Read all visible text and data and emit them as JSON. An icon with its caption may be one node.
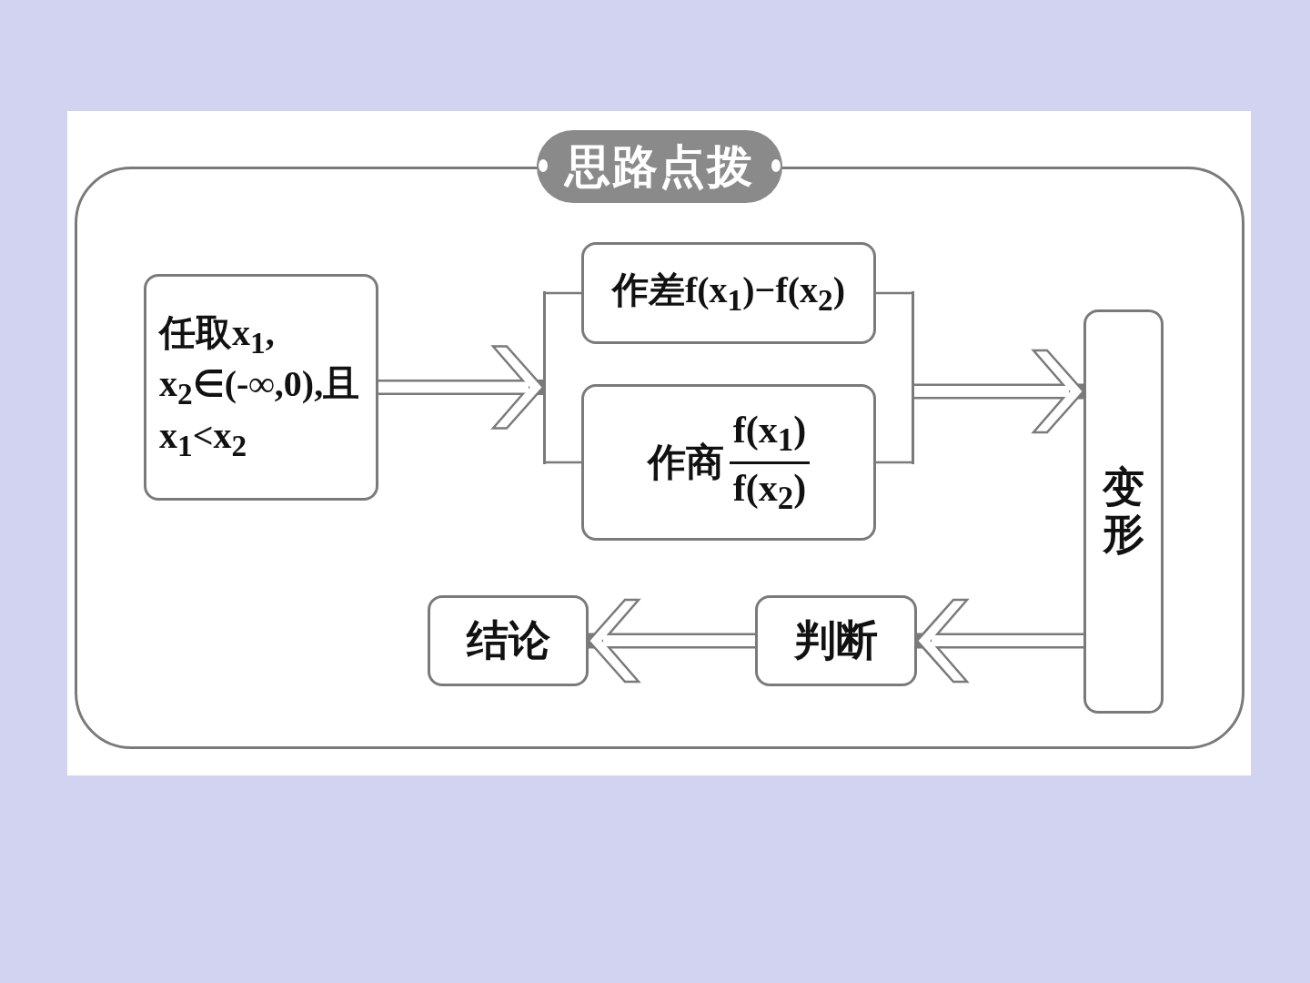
{
  "diagram": {
    "nodes": [
      {
        "text": [
          "思路点拨"
        ]
      },
      {
        "text": [
          "任取x$_{1}$, x$_{2}$∈(-∞,0),且x$_{1}$<x$_{2}$"
        ],
        "in": 0
      },
      {
        "text": [
          "作差f(x$_{1}$)−f(x$_{2}$)"
        ],
        "in": 0
      },
      {
        "text": [
          "作商",
          "f(x$_{1}$)",
          "f(x$_{2}$)"
        ],
        "in": 0
      },
      {
        "text": [
          "变形"
        ],
        "in": 0
      },
      {
        "text": [
          "判断"
        ],
        "in": 0
      },
      {
        "text": [
          "结论"
        ],
        "in": 0
      },
      {
        "text": [],
        "shape": "bar",
        "in": 0
      },
      {
        "text": [],
        "shape": "bar",
        "in": 0
      }
    ],
    "edges": [
      {
        "from": 1,
        "to": 7,
        "arrow": "to",
        "style": "thick"
      },
      {
        "from": 7,
        "to": 2,
        "arrow": "none"
      },
      {
        "from": 7,
        "to": 3,
        "arrow": "none"
      },
      {
        "from": 2,
        "to": 8,
        "arrow": "none"
      },
      {
        "from": 3,
        "to": 8,
        "arrow": "none"
      },
      {
        "from": 8,
        "to": 4,
        "arrow": "to",
        "style": "thick"
      },
      {
        "from": 4,
        "to": 5,
        "arrow": "to",
        "style": "thick"
      },
      {
        "from": 5,
        "to": 6,
        "arrow": "to",
        "style": "thick"
      }
    ]
  }
}
